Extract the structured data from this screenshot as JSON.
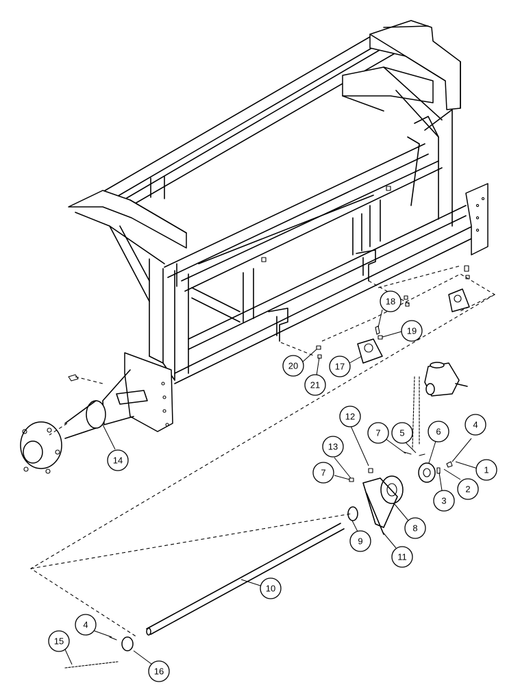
{
  "callouts": [
    {
      "id": "c1",
      "label": "1"
    },
    {
      "id": "c2",
      "label": "2"
    },
    {
      "id": "c3",
      "label": "3"
    },
    {
      "id": "c4a",
      "label": "4"
    },
    {
      "id": "c4b",
      "label": "4"
    },
    {
      "id": "c5",
      "label": "5"
    },
    {
      "id": "c6",
      "label": "6"
    },
    {
      "id": "c7a",
      "label": "7"
    },
    {
      "id": "c7b",
      "label": "7"
    },
    {
      "id": "c8",
      "label": "8"
    },
    {
      "id": "c9",
      "label": "9"
    },
    {
      "id": "c10",
      "label": "10"
    },
    {
      "id": "c11",
      "label": "11"
    },
    {
      "id": "c12",
      "label": "12"
    },
    {
      "id": "c13",
      "label": "13"
    },
    {
      "id": "c14",
      "label": "14"
    },
    {
      "id": "c15",
      "label": "15"
    },
    {
      "id": "c16",
      "label": "16"
    },
    {
      "id": "c17",
      "label": "17"
    },
    {
      "id": "c18",
      "label": "18"
    },
    {
      "id": "c19",
      "label": "19"
    },
    {
      "id": "c20",
      "label": "20"
    },
    {
      "id": "c21",
      "label": "21"
    }
  ]
}
